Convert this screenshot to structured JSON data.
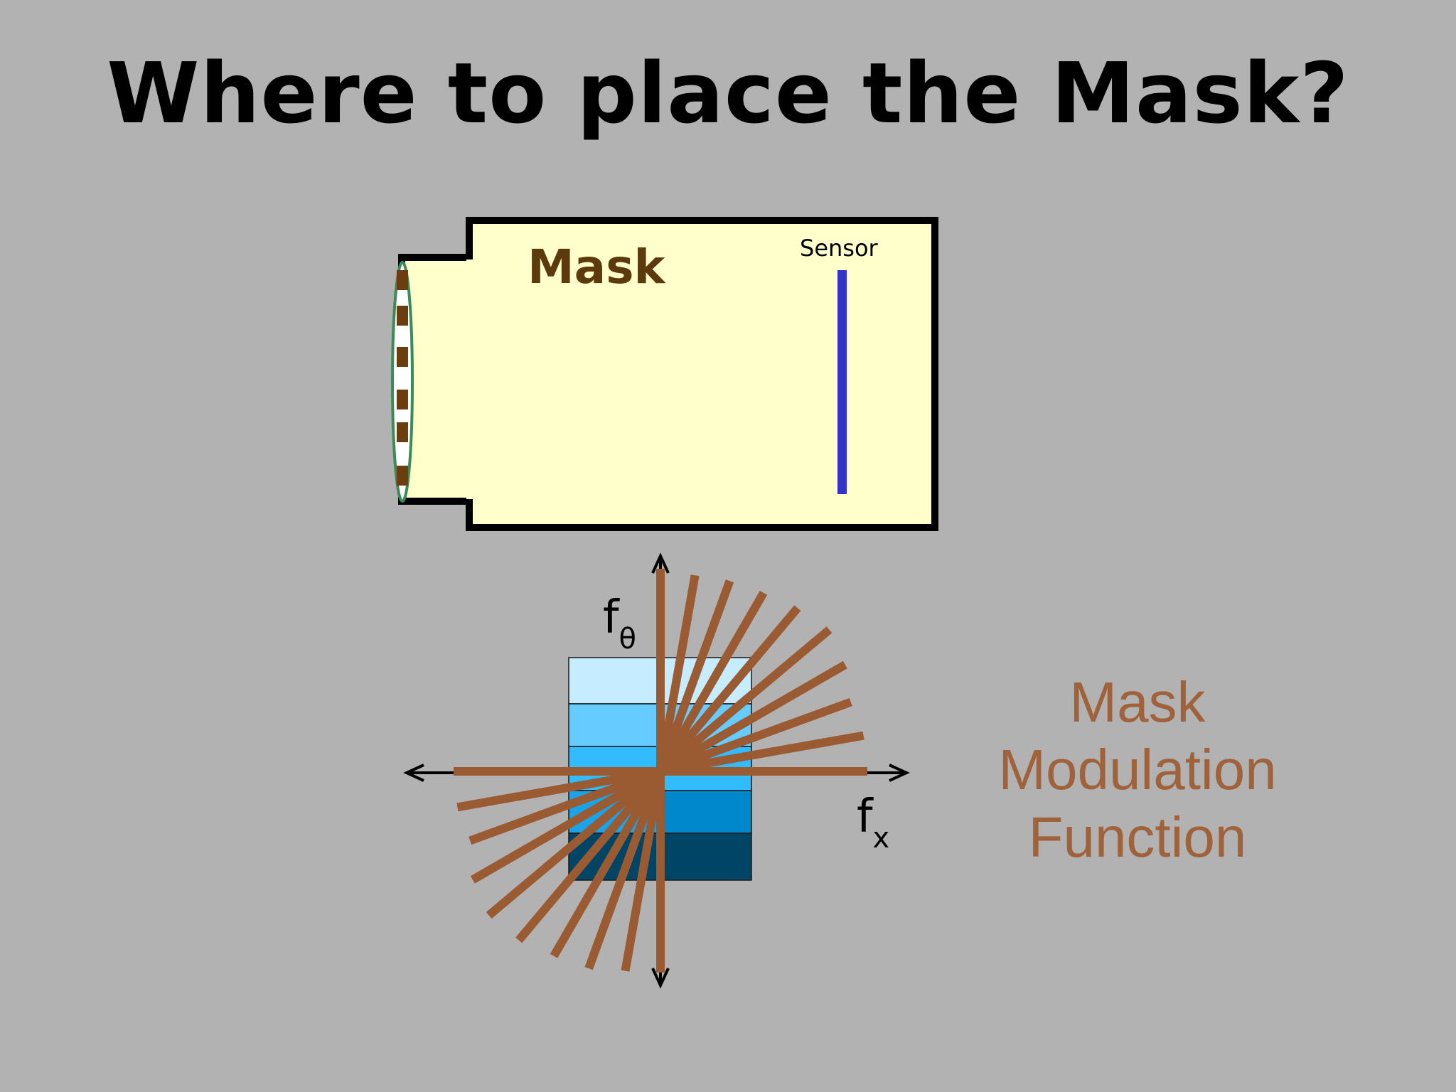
{
  "title": "Where to place the Mask?",
  "camera": {
    "mask_label": "Mask",
    "sensor_label": "Sensor"
  },
  "plot": {
    "axis_y_label": "f",
    "axis_y_sub": "θ",
    "axis_x_label": "f",
    "axis_x_sub": "x"
  },
  "caption": [
    "Mask",
    "Modulation",
    "Function"
  ],
  "colors": {
    "background": "#b2b2b2",
    "camera_body": "#ffffcc",
    "mask_brown": "#6b3d0f",
    "sensor_blue": "#3333cc",
    "ray_brown": "#9a5a32",
    "caption": "#a0623a",
    "band_colors": [
      "#c6ecff",
      "#66ccff",
      "#33bbff",
      "#1aa3e8",
      "#0088cc",
      "#004466"
    ]
  }
}
